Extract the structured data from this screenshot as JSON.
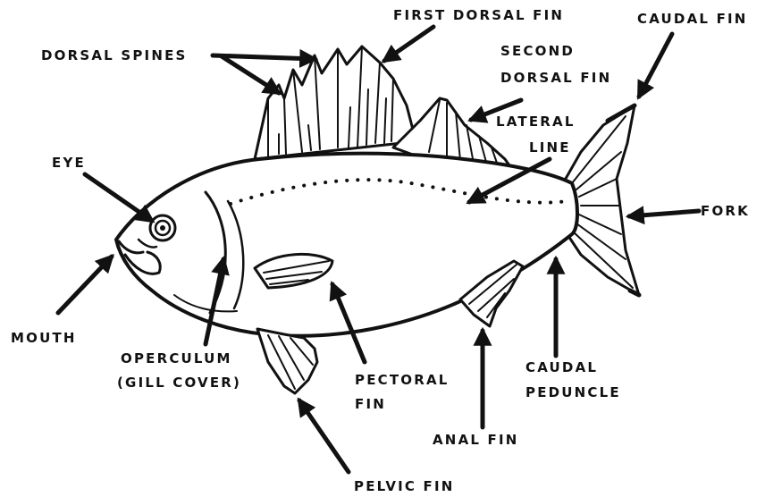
{
  "labels": {
    "first_dorsal_fin": "FIRST DORSAL FIN",
    "caudal_fin": "CAUDAL FIN",
    "dorsal_spines": "DORSAL SPINES",
    "second_dorsal_fin_line1": "SECOND",
    "second_dorsal_fin_line2": "DORSAL FIN",
    "lateral_line_line1": "LATERAL",
    "lateral_line_line2": "LINE",
    "eye": "EYE",
    "fork": "FORK",
    "mouth": "MOUTH",
    "operculum_line1": "OPERCULUM",
    "operculum_line2": "(GILL COVER)",
    "pectoral_fin_line1": "PECTORAL",
    "pectoral_fin_line2": "FIN",
    "caudal_peduncle_line1": "CAUDAL",
    "caudal_peduncle_line2": "PEDUNCLE",
    "anal_fin": "ANAL FIN",
    "pelvic_fin": "PELVIC FIN"
  },
  "colors": {
    "ink": "#111111",
    "background": "#ffffff"
  }
}
